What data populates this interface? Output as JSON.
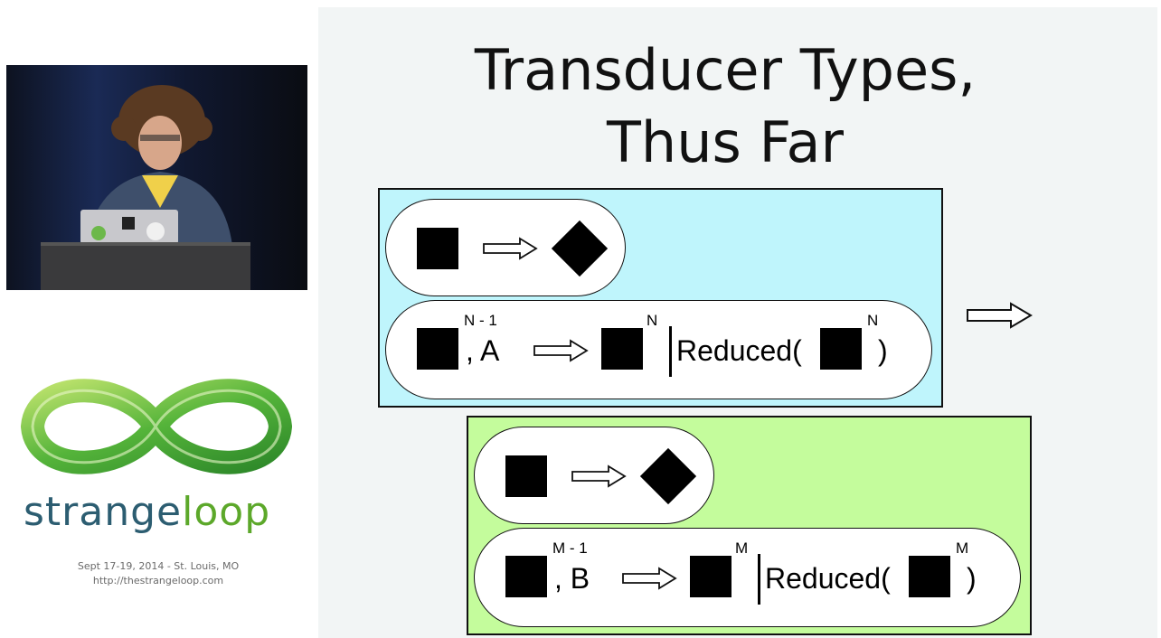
{
  "slide": {
    "title_line1": "Transducer Types,",
    "title_line2": "Thus Far",
    "blue_box": {
      "row2_superscript_in": "N - 1",
      "row2_extra_arg": ", A",
      "row2_superscript_out": "N",
      "reduced_label": "Reduced(",
      "reduced_superscript": "N",
      "reduced_close": ")"
    },
    "green_box": {
      "row2_superscript_in": "M - 1",
      "row2_extra_arg": ", B",
      "row2_superscript_out": "M",
      "reduced_label": "Reduced(",
      "reduced_superscript": "M",
      "reduced_close": ")"
    }
  },
  "branding": {
    "word_strange": "strange",
    "word_loop": "loop",
    "dates_location": "Sept 17-19, 2014  -  St. Louis, MO",
    "url": "http://thestrangeloop.com"
  },
  "colors": {
    "blue_box": "#bff5fc",
    "green_box": "#c4fc9c",
    "brand_teal": "#2c5d71",
    "brand_green": "#5ca82a"
  }
}
